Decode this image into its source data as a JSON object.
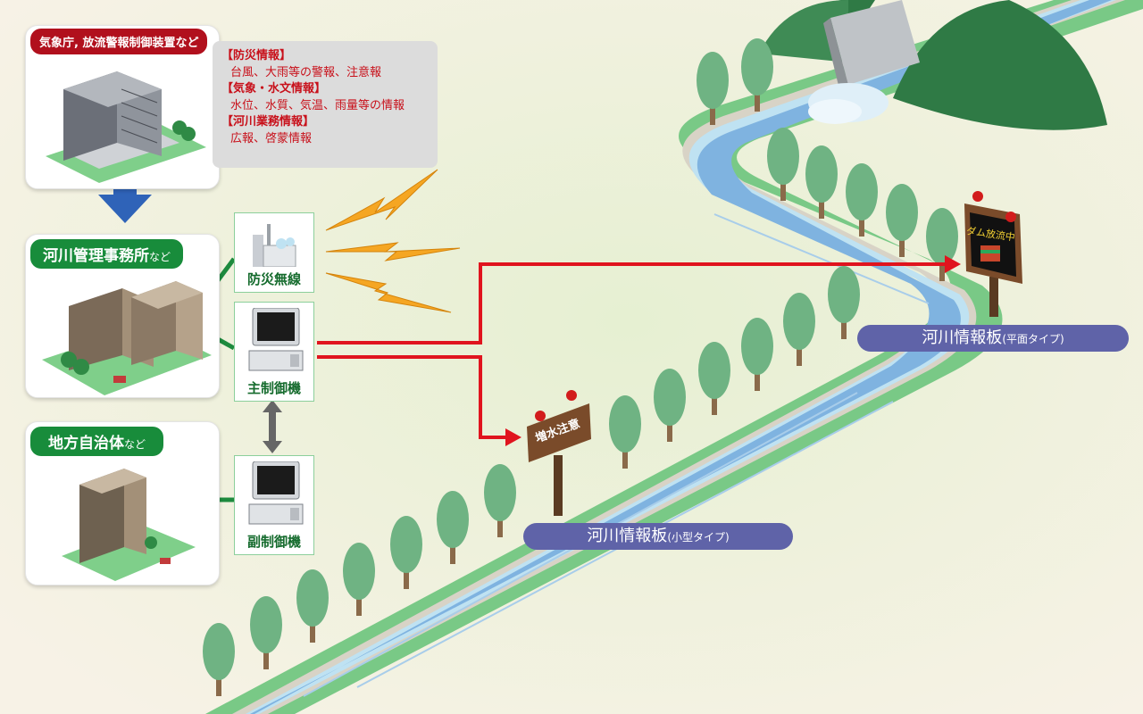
{
  "top_source": {
    "label": "気象庁, 放流警報制御装置など"
  },
  "info_box": {
    "items": [
      {
        "heading": "【防災情報】",
        "text": "台風、大雨等の警報、注意報"
      },
      {
        "heading": "【気象・水文情報】",
        "text": "水位、水質、気温、雨量等の情報"
      },
      {
        "heading": "【河川業務情報】",
        "text": "広報、啓蒙情報"
      }
    ]
  },
  "office": {
    "label_main": "河川管理事務所",
    "label_suffix": "など"
  },
  "municipality": {
    "label_main": "地方自治体",
    "label_suffix": "など"
  },
  "devices": {
    "radio": "防災無線",
    "main_controller": "主制御機",
    "sub_controller": "副制御機"
  },
  "boards": {
    "flat": {
      "label": "河川情報板",
      "type": "(平面タイプ)",
      "display": "ダム放流中"
    },
    "small": {
      "label": "河川情報板",
      "type": "(小型タイプ)",
      "display": "増水注意"
    }
  },
  "colors": {
    "red_label": "#b1101d",
    "green_label": "#188c3b",
    "info_text": "#c8101a",
    "pill": "#5f63a8",
    "signal_line": "#e0141e",
    "river": "#7fb3e0",
    "bank": "#79c986",
    "tree": "#6fb383",
    "mountain": "#2f7a45"
  },
  "icons": [
    "building-icon",
    "radio-tower-icon",
    "computer-icon",
    "lightning-icon",
    "tree-icon",
    "dam-icon",
    "sign-board-icon",
    "arrow-down-icon",
    "double-arrow-icon"
  ]
}
